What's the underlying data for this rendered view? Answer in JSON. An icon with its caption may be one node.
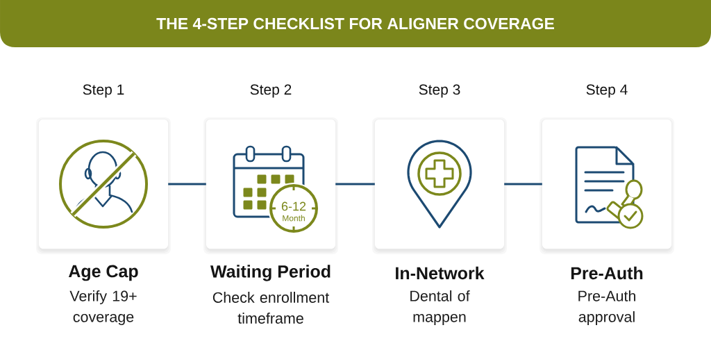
{
  "diagram": {
    "title": "THE 4-STEP CHECKLIST FOR ALIGNER COVERAGE",
    "nodes": [
      {
        "text": [
          "Step 1",
          "Age Cap",
          "Verify 19+ coverage"
        ]
      },
      {
        "text": [
          "Step 2",
          "Waiting Period",
          "Check enrollment timeframe"
        ]
      },
      {
        "text": [
          "Step 3",
          "In-Network",
          "Dental of mappen"
        ]
      },
      {
        "text": [
          "Step 4",
          "Pre-Auth",
          "Pre-Auth approval"
        ]
      }
    ],
    "edges": [
      {
        "from": 0,
        "to": 1,
        "arrow": "none"
      },
      {
        "from": 1,
        "to": 2,
        "arrow": "none"
      },
      {
        "from": 2,
        "to": 3,
        "arrow": "none"
      }
    ],
    "labels": [
      "6-12",
      "Month"
    ]
  }
}
